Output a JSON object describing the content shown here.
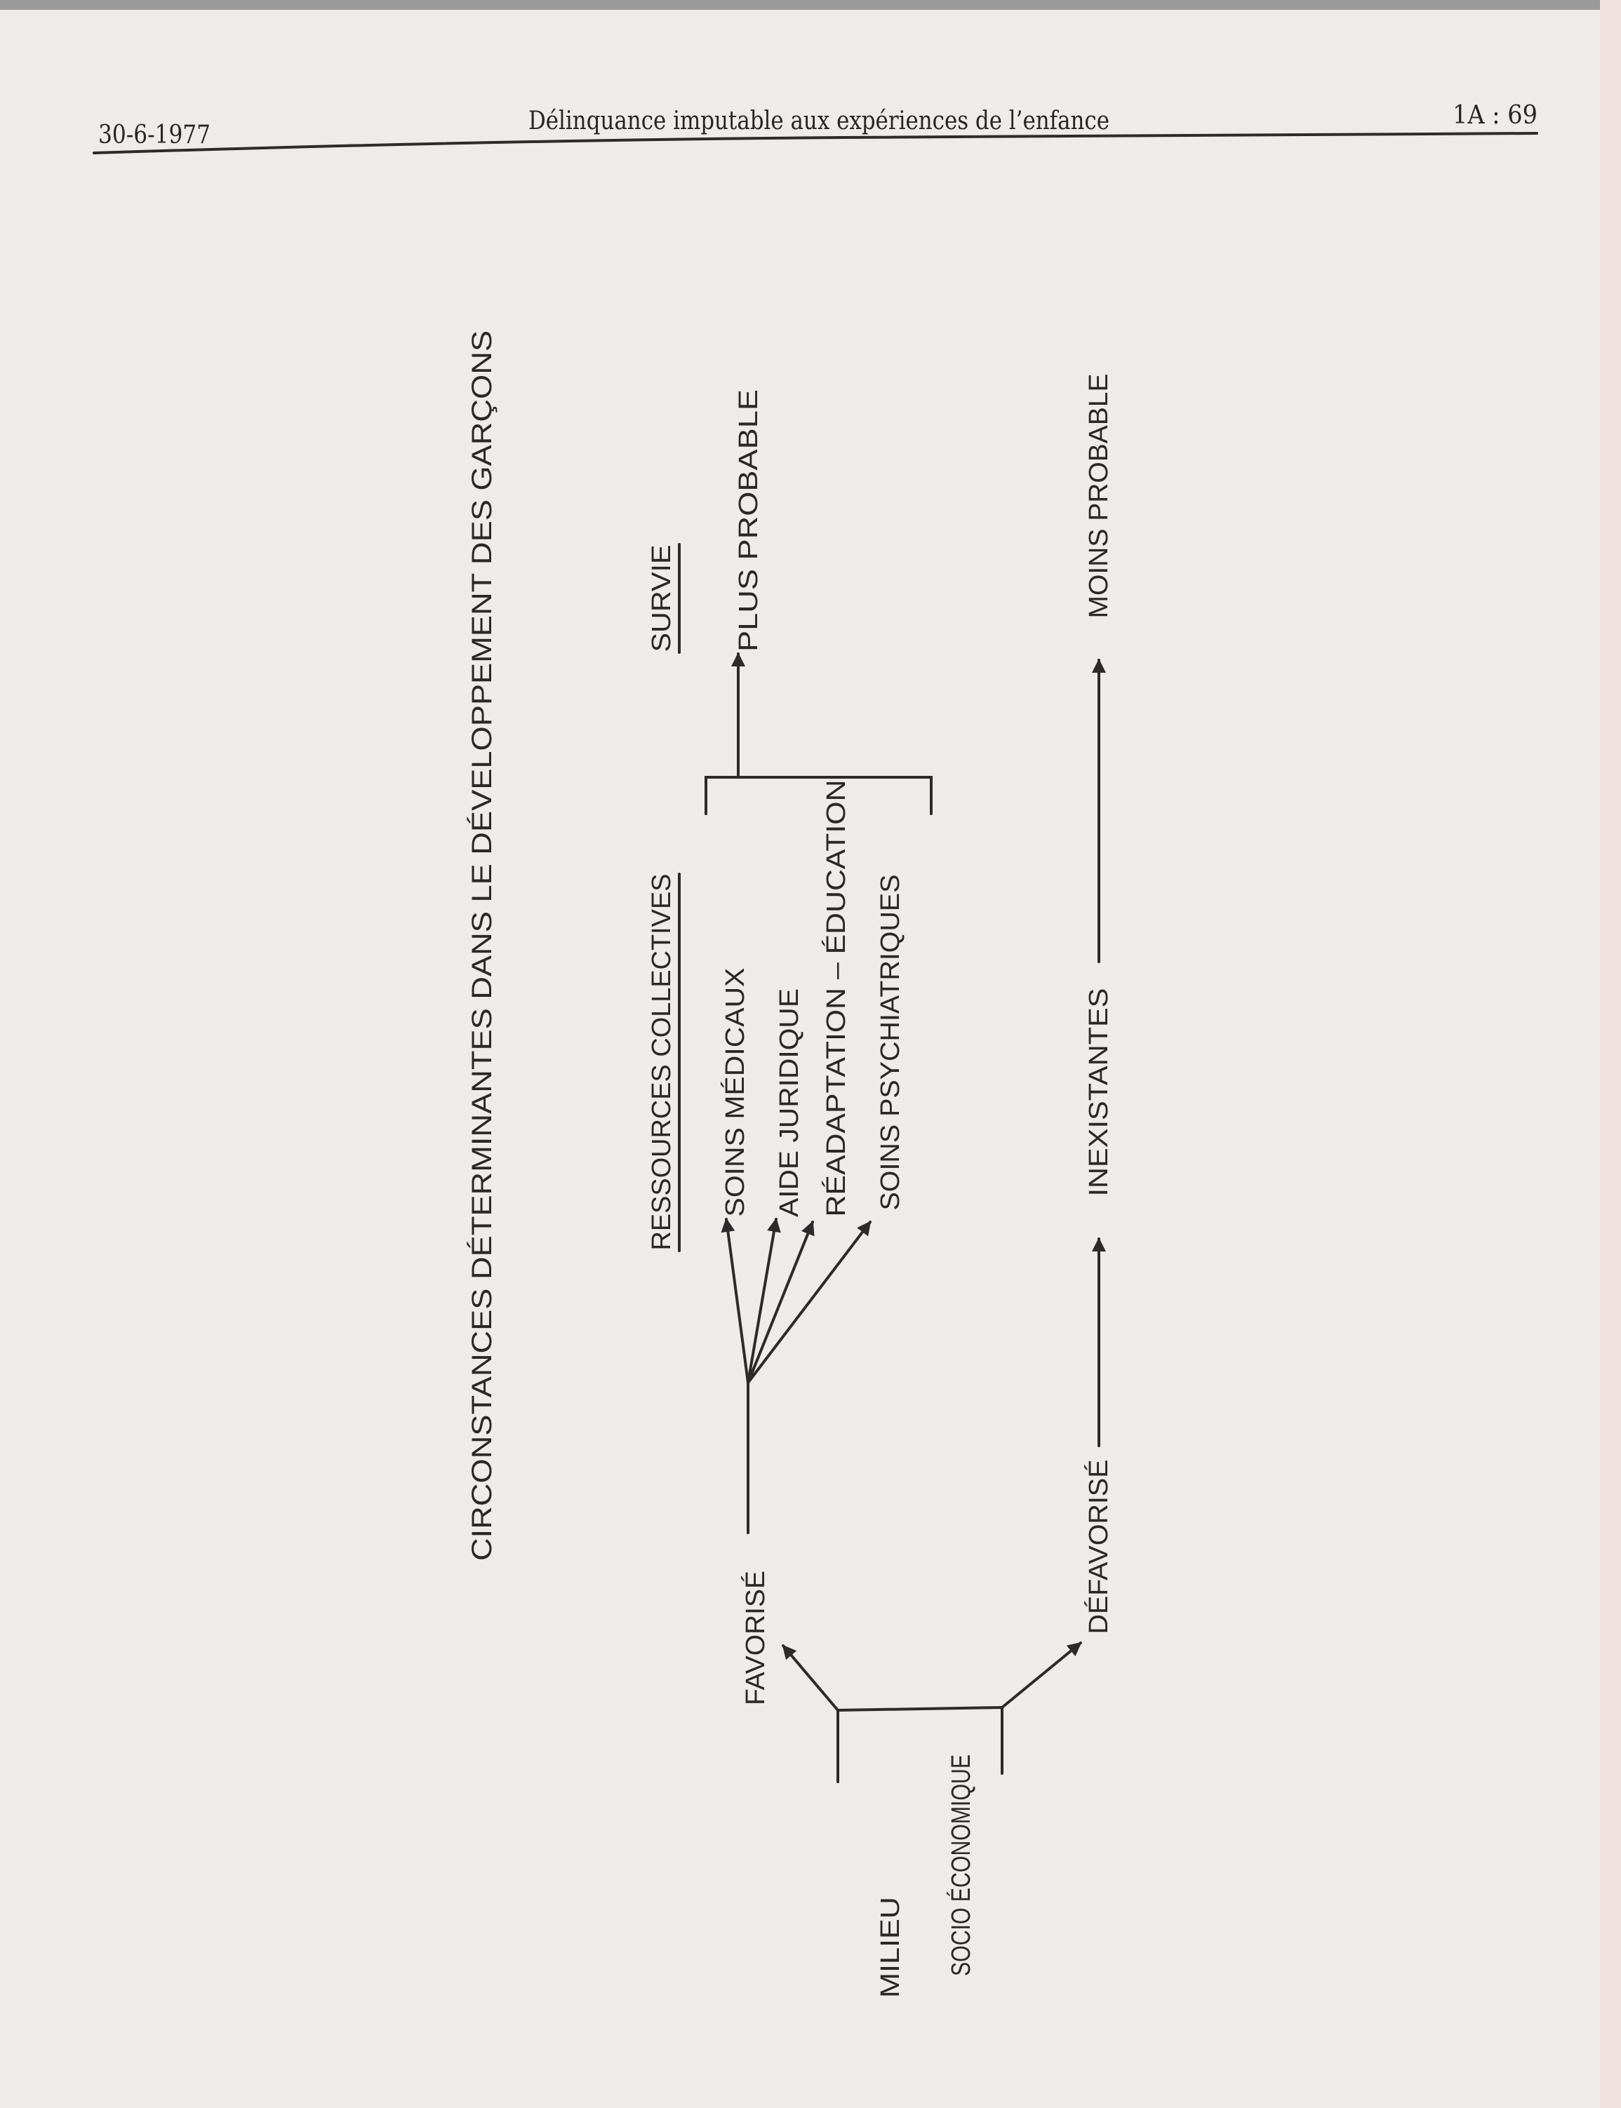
{
  "header": {
    "date": "30-6-1977",
    "title": "Délinquance imputable aux expériences de l’enfance",
    "page_ref": "1A : 69"
  },
  "diagram": {
    "title": "CIRCONSTANCES DÉTERMINANTES DANS LE DÉVELOPPEMENT DES GARÇONS",
    "root": {
      "line1": "MILIEU",
      "line2": "SOCIO ÉCONOMIQUE"
    },
    "branch_favorable": "FAVORISÉ",
    "branch_unfavorable": "DÉFAVORISÉ",
    "resources_heading": "RESSOURCES COLLECTIVES",
    "resources": [
      "SOINS MÉDICAUX",
      "AIDE JURIDIQUE",
      "RÉADAPTATION – ÉDUCATION",
      "SOINS PSYCHIATRIQUES"
    ],
    "resources_absent": "INEXISTANTES",
    "outcome_heading": "SURVIE",
    "outcome_favorable": "PLUS PROBABLE",
    "outcome_unfavorable": "MOINS PROBABLE"
  }
}
